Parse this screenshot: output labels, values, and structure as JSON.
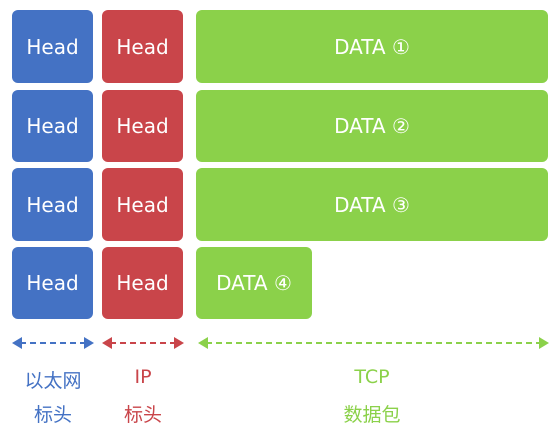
{
  "rows": [
    {
      "eth": "Head",
      "ip": "Head",
      "data": "DATA ①"
    },
    {
      "eth": "Head",
      "ip": "Head",
      "data": "DATA ②"
    },
    {
      "eth": "Head",
      "ip": "Head",
      "data": "DATA ③"
    },
    {
      "eth": "Head",
      "ip": "Head",
      "data": "DATA ④"
    }
  ],
  "labels": {
    "eth": {
      "line1": "以太网",
      "line2": "标头"
    },
    "ip": {
      "line1": "IP",
      "line2": "标头"
    },
    "tcp": {
      "line1": "TCP",
      "line2": "数据包"
    }
  },
  "colors": {
    "eth": "#4472c4",
    "ip": "#c9454a",
    "data": "#8bd14a"
  }
}
